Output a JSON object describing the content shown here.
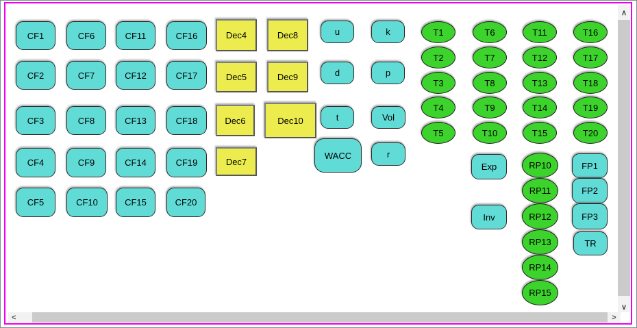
{
  "palette": {
    "button_cyan": "#60dbd6",
    "dec_yellow": "#ecec4e",
    "node_green": "#3cd42c",
    "frame_magenta": "#ee00ee",
    "scroll_thumb_gray": "#cbcbcb"
  },
  "cf": {
    "labels": [
      "CF1",
      "CF2",
      "CF3",
      "CF4",
      "CF5",
      "CF6",
      "CF7",
      "CF8",
      "CF9",
      "CF10",
      "CF11",
      "CF12",
      "CF13",
      "CF14",
      "CF15",
      "CF16",
      "CF17",
      "CF18",
      "CF19",
      "CF20"
    ]
  },
  "dec": {
    "labels": [
      "Dec4",
      "Dec5",
      "Dec6",
      "Dec7",
      "Dec8",
      "Dec9",
      "Dec10"
    ]
  },
  "params": {
    "labels": [
      "u",
      "d",
      "t",
      "WACC",
      "k",
      "p",
      "Vol",
      "r"
    ]
  },
  "t": {
    "labels": [
      "T1",
      "T2",
      "T3",
      "T4",
      "T5",
      "T6",
      "T7",
      "T8",
      "T9",
      "T10",
      "T11",
      "T12",
      "T13",
      "T14",
      "T15",
      "T16",
      "T17",
      "T18",
      "T19",
      "T20"
    ]
  },
  "exp": {
    "label": "Exp"
  },
  "inv": {
    "label": "Inv"
  },
  "rp": {
    "labels": [
      "RP10",
      "RP11",
      "RP12",
      "RP13",
      "RP14",
      "RP15"
    ]
  },
  "fp": {
    "labels": [
      "FP1",
      "FP2",
      "FP3",
      "TR"
    ]
  },
  "scroll": {
    "up": "∧",
    "down": "∨",
    "left": "<",
    "right": ">"
  }
}
